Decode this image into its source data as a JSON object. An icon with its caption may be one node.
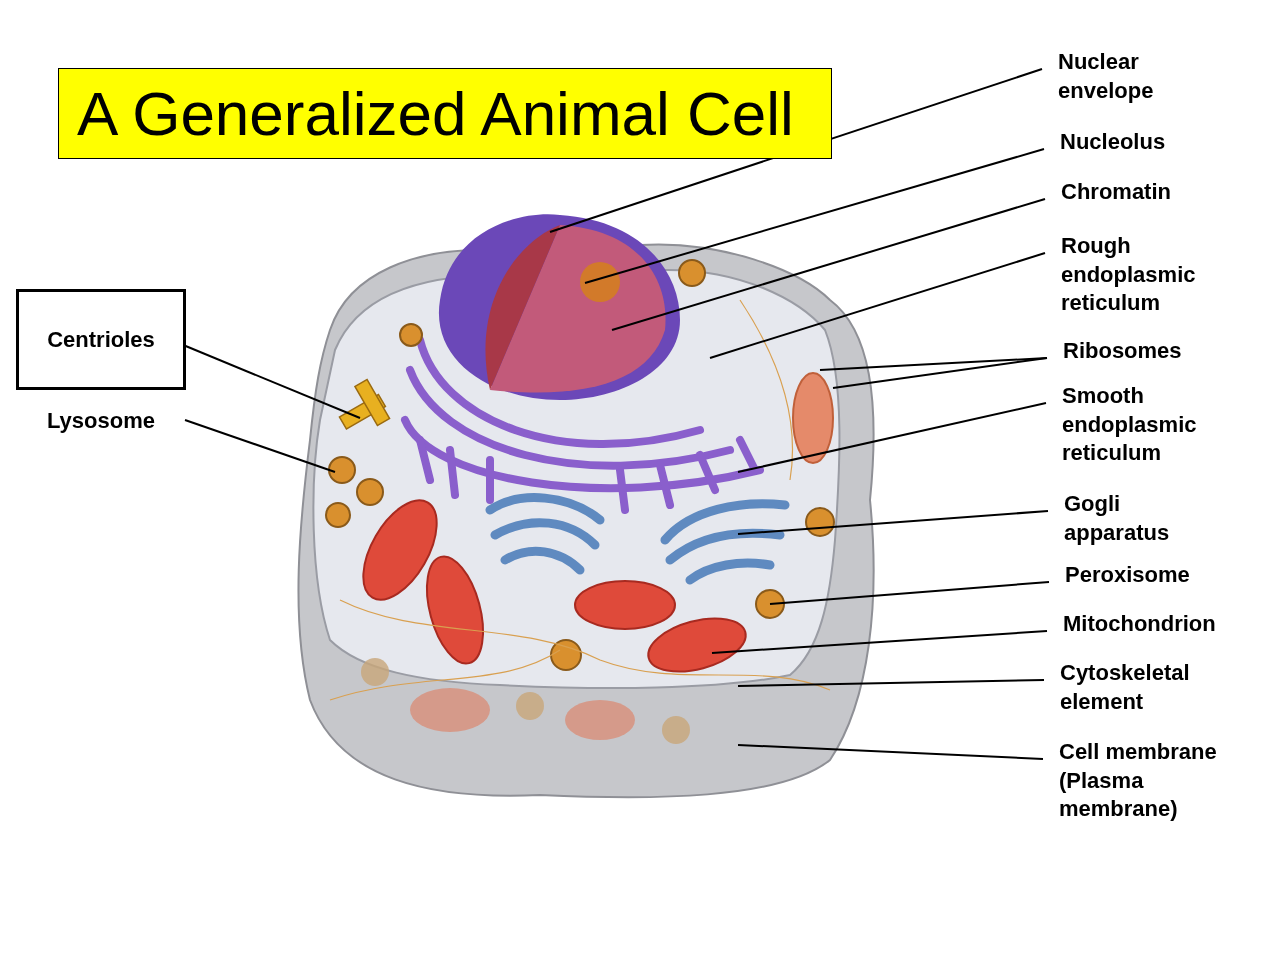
{
  "diagram": {
    "title": "A Generalized Animal Cell",
    "nodes": [
      {
        "text": [
          "Nuclear envelope"
        ]
      },
      {
        "text": [
          "Nucleolus"
        ]
      },
      {
        "text": [
          "Chromatin"
        ]
      },
      {
        "text": [
          "Rough endoplasmic reticulum"
        ]
      },
      {
        "text": [
          "Ribosomes"
        ]
      },
      {
        "text": [
          "Smooth endoplasmic reticulum"
        ]
      },
      {
        "text": [
          "Gogli apparatus"
        ]
      },
      {
        "text": [
          "Peroxisome"
        ]
      },
      {
        "text": [
          "Mitochondrion"
        ]
      },
      {
        "text": [
          "Cytoskeletal element"
        ]
      },
      {
        "text": [
          "Cell membrane (Plasma membrane)"
        ]
      },
      {
        "text": [
          "Centrioles"
        ]
      },
      {
        "text": [
          "Lysosome"
        ]
      }
    ],
    "edges": [
      {
        "from": 0,
        "to": null,
        "arrow": "none"
      },
      {
        "from": 1,
        "to": null,
        "arrow": "none"
      },
      {
        "from": 2,
        "to": null,
        "arrow": "none"
      },
      {
        "from": 3,
        "to": null,
        "arrow": "none"
      },
      {
        "from": 4,
        "to": null,
        "arrow": "none"
      },
      {
        "from": 4,
        "to": null,
        "arrow": "none"
      },
      {
        "from": 5,
        "to": null,
        "arrow": "none"
      },
      {
        "from": 6,
        "to": null,
        "arrow": "none"
      },
      {
        "from": 7,
        "to": null,
        "arrow": "none"
      },
      {
        "from": 8,
        "to": null,
        "arrow": "none"
      },
      {
        "from": 9,
        "to": null,
        "arrow": "none"
      },
      {
        "from": 10,
        "to": null,
        "arrow": "none"
      },
      {
        "from": 11,
        "to": null,
        "arrow": "none"
      },
      {
        "from": 12,
        "to": null,
        "arrow": "none"
      }
    ]
  }
}
